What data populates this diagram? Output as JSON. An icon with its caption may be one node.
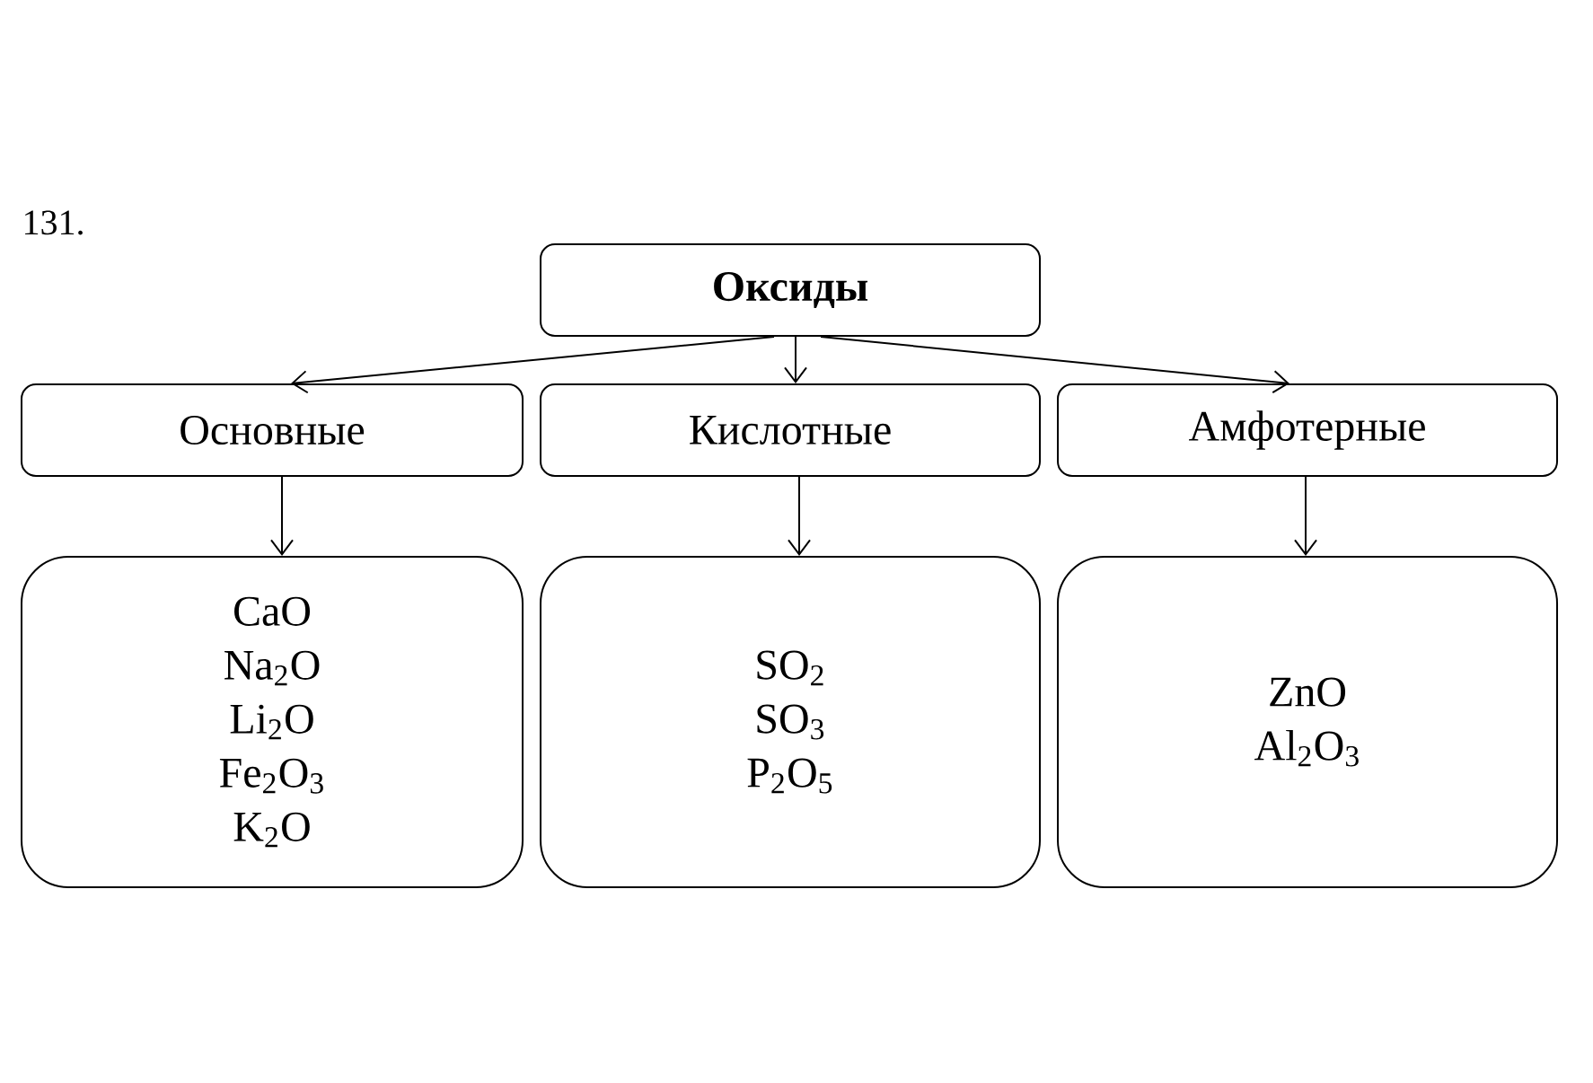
{
  "diagram": {
    "nodes": [
      {
        "text": [
          "Оксиды"
        ]
      },
      {
        "text": [
          "Основные"
        ]
      },
      {
        "text": [
          "Кислотные"
        ]
      },
      {
        "text": [
          "Амфотерные"
        ]
      },
      {
        "text": [
          "CaO",
          "Na$_{2}$O",
          "Li$_{2}$O",
          "Fe$_{2}$O$_{3}$",
          "K$_{2}$O"
        ]
      },
      {
        "text": [
          "SO$_{2}$",
          "SO$_{3}$",
          "P$_{2}$O$_{5}$"
        ]
      },
      {
        "text": [
          "ZnO",
          "Al$_{2}$O$_{3}$"
        ]
      }
    ],
    "edges": [
      {
        "from": 0,
        "to": 1,
        "arrow": "to"
      },
      {
        "from": 0,
        "to": 2,
        "arrow": "to"
      },
      {
        "from": 0,
        "to": 3,
        "arrow": "to"
      },
      {
        "from": 1,
        "to": 4,
        "arrow": "to"
      },
      {
        "from": 2,
        "to": 5,
        "arrow": "to"
      },
      {
        "from": 3,
        "to": 6,
        "arrow": "to"
      }
    ],
    "labels": [
      "131."
    ]
  }
}
